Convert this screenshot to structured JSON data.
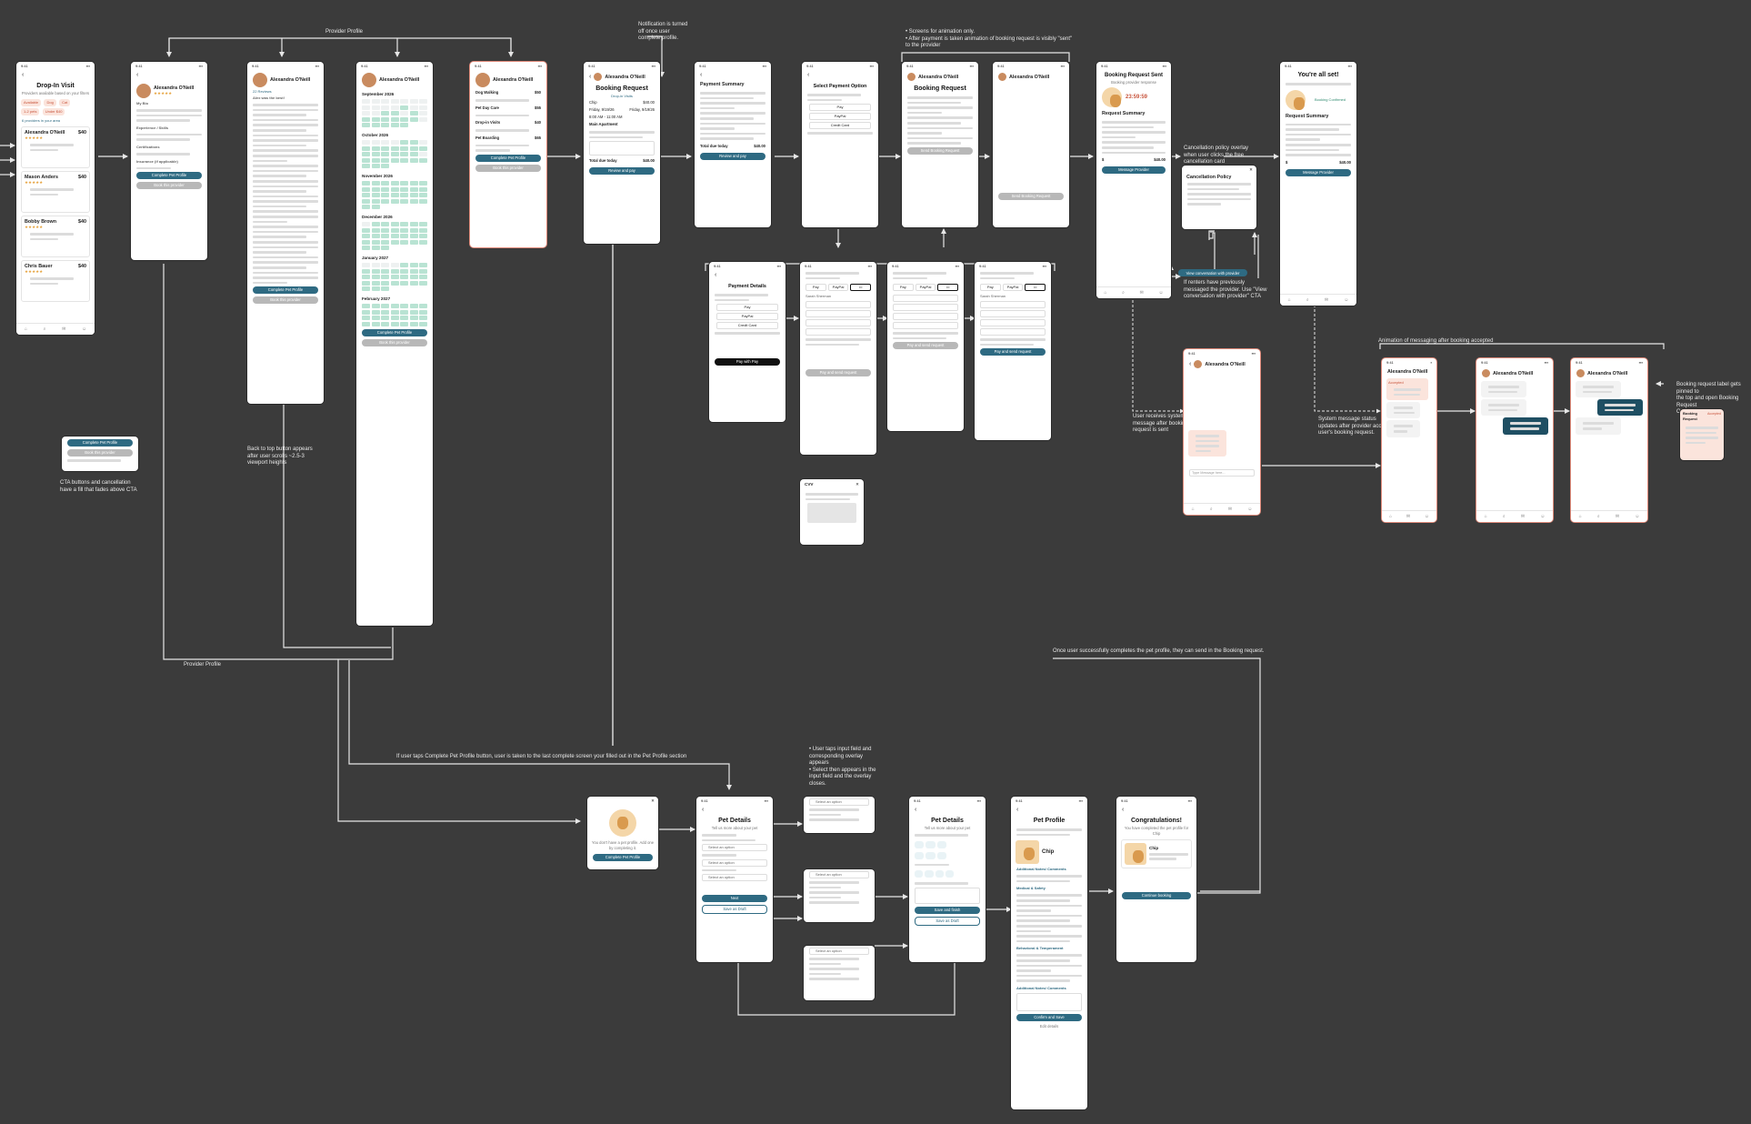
{
  "annotations": {
    "provider_profile_top": "Provider Profile",
    "provider_profile_bottom": "Provider Profile",
    "notification": "Notification is turned\noff once user\ncomplete profile.",
    "animation_only": "• Screens for animation only.\n• After payment is taken animation of booking request is visibly \"sent\"\n  to the provider",
    "cta_buttons": "CTA buttons and cancellation\nhave a fill that fades above CTA",
    "back_to_top": "Back to top button appears\nafter user scrolls ~2.5-3\nviewport heights",
    "cancellation_overlay": "Cancellation policy overlay\nwhen user clicks the free\ncancellation card",
    "view_conversation": "If renters have previously\nmessaged the provider. Use \"View\nconversation with provider\" CTA",
    "user_receives": "User receives system\nmessage after booking\nrequest is sent",
    "system_message": "System message status\nupdates after provider accepts\nuser's booking request.",
    "animation_messaging": "Animation of messaging after booking accepted",
    "booking_label": "Booking request label gets pinned to\nthe top and open Booking Request\nOverlay on click",
    "once_user": "Once user successfully completes the pet profile, they can send in the Booking request.",
    "user_taps_complete": "If user taps Complete Pet Profile button, user is taken to the last complete screen your filled out in the Pet Profile section",
    "user_taps_input": "• User taps input field and\n  corresponding overlay\n  appears\n• Select then appears in the\n  input field and the overlay\n  closes."
  },
  "screens": {
    "dropin": {
      "title": "Drop-In Visit",
      "subtitle": "Providers available based on your filters",
      "chips": [
        "Available",
        "Dog",
        "Cat",
        "1-2 pets",
        "Under $40"
      ],
      "result_count": "6 providers in your area",
      "providers": [
        {
          "name": "Alexandra O'Neill",
          "price": "$40"
        },
        {
          "name": "Mason Anders",
          "price": "$40"
        },
        {
          "name": "Bobby Brown",
          "price": "$40"
        },
        {
          "name": "Chris Bauer",
          "price": "$40"
        }
      ],
      "tabs": [
        "Home",
        "Explore",
        "Messages",
        "Profile"
      ]
    },
    "profile": {
      "name": "Alexandra O'Neill",
      "about": "My Bio",
      "experience": "Experience / Skills",
      "certifications": "Certifications",
      "insurance": "Insurance (if applicable)",
      "cta_primary": "Complete Pet Profile",
      "cta_secondary": "Book this provider"
    },
    "reviews": {
      "name": "Alexandra O'Neill",
      "count": "22 Reviews",
      "headline": "Alex was the best!",
      "cta_primary": "Complete Pet Profile",
      "cta_secondary": "Book this provider"
    },
    "availability": {
      "name": "Alexandra O'Neill",
      "months": [
        "September 2026",
        "October 2026",
        "November 2026",
        "December 2026",
        "January 2027",
        "February 2027"
      ],
      "cta_primary": "Complete Pet Profile",
      "cta_secondary": "Book this provider"
    },
    "services": {
      "name": "Alexandra O'Neill",
      "items": [
        {
          "title": "Dog Walking",
          "price": "$50"
        },
        {
          "title": "Pet Day Care",
          "price": "$55"
        },
        {
          "title": "Drop-in Visits",
          "price": "$40"
        },
        {
          "title": "Pet Boarding",
          "price": "$65"
        }
      ],
      "cta_primary": "Complete Pet Profile",
      "cta_secondary": "Book this provider"
    },
    "booking_request": {
      "name": "Alexandra O'Neill",
      "title": "Booking Request",
      "service": "Drop-in Visits",
      "pet": "Chip",
      "date_start": "Friday, 9/19/26",
      "date_end": "Friday, 9/19/26",
      "time": "8:00 AM - 11:00 AM",
      "location": "Main Apartment",
      "service_fee": "$40.00",
      "total": "$40.00",
      "total_label": "Total due today",
      "cta": "Review and pay"
    },
    "payment_summary": {
      "title": "Payment Summary",
      "total_label": "Total due today",
      "total": "$40.00",
      "cta": "Review and pay"
    },
    "select_payment": {
      "title": "Select Payment Option",
      "options": [
        "Pay",
        "PayPal",
        "Credit Card"
      ]
    },
    "sending_1": {
      "name": "Alexandra O'Neill",
      "title": "Booking Request",
      "cta": "Send Booking Request"
    },
    "sending_2": {
      "name": "Alexandra O'Neill",
      "cta": "Send Booking Request"
    },
    "request_sent": {
      "title": "Booking Request Sent",
      "subtitle": "Booking provider response",
      "timer": "23:59:59",
      "summary": "Request Summary",
      "total": "$40.00",
      "cta": "Message Provider",
      "cta2": "View conversation with provider"
    },
    "cancellation": {
      "title": "Cancellation Policy"
    },
    "all_set": {
      "title": "You're all set!",
      "status": "Booking Confirmed",
      "summary": "Request Summary",
      "total": "$40.00",
      "cta": "Message Provider"
    },
    "payment_details": {
      "title": "Payment Details",
      "options": [
        "Pay",
        "PayPal",
        "Credit Card"
      ],
      "cta": "Pay with Pay"
    },
    "card_a": {
      "cta": "Pay and send request",
      "cardholder": "Sarah Sherman"
    },
    "card_b": {
      "cta": "Pay and send request"
    },
    "card_c": {
      "cta": "Pay and send request",
      "cardholder": "Sarah Sherman"
    },
    "cvv": {
      "title": "CVV"
    },
    "chat_sent": {
      "name": "Alexandra O'Neill",
      "input": "Type Message here..."
    },
    "chat_accepted": {
      "name": "Alexandra O'Neill",
      "badge": "Accepted"
    },
    "chat_a2": {
      "name": "Alexandra O'Neill"
    },
    "chat_a3": {
      "name": "Alexandra O'Neill"
    },
    "pinned": {
      "label": "Booking Request",
      "badge": "Accepted"
    },
    "pet_prompt": {
      "text": "You don't have a pet profile. Add one by completing it.",
      "cta": "Complete Pet Profile"
    },
    "pet_details_1": {
      "title": "Pet Details",
      "subtitle": "Tell us more about your pet",
      "select": "Select an option",
      "cta": "Next",
      "cta2": "Save as Draft"
    },
    "dropdowns": {
      "select": "Select an option"
    },
    "pet_details_2": {
      "title": "Pet Details",
      "subtitle": "Tell us more about your pet",
      "cta": "Save and finish",
      "cta2": "Save as Draft"
    },
    "pet_profile": {
      "title": "Pet Profile",
      "pet_name": "Chip",
      "sections": [
        "Additional Notes/ Comments",
        "Medical & Safety",
        "Behavioral & Temperament",
        "Additional Notes/ Comments"
      ],
      "cta": "Confirm and Save",
      "cta2": "Edit details"
    },
    "congrats": {
      "title": "Congratulations!",
      "subtitle": "You have completed the pet profile for Chip",
      "pet_name": "Chip",
      "cta": "Continue booking"
    },
    "cta_demo": {
      "cta_primary": "Complete Pet Profile",
      "cta_secondary": "Book this provider"
    }
  }
}
